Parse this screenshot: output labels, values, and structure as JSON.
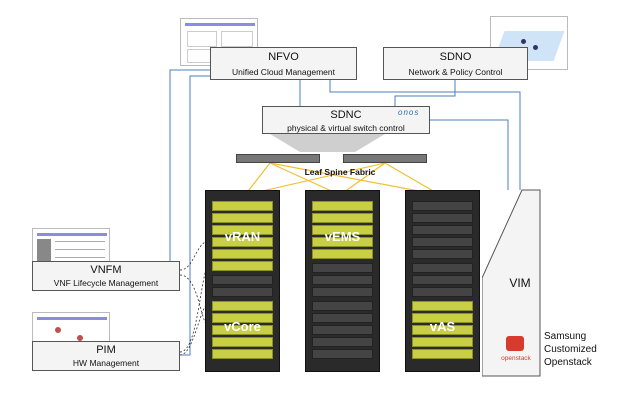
{
  "nfvo": {
    "title": "NFVO",
    "subtitle": "Unified Cloud Management"
  },
  "sdno": {
    "title": "SDNO",
    "subtitle": "Network & Policy Control"
  },
  "sdnc": {
    "title": "SDNC",
    "subtitle": "physical & virtual switch control",
    "logo": "onos"
  },
  "fabric": {
    "label": "Leaf Spine Fabric"
  },
  "vnfm": {
    "title": "VNFM",
    "subtitle": "VNF Lifecycle Management"
  },
  "pim": {
    "title": "PIM",
    "subtitle": "HW Management"
  },
  "vim": {
    "title": "VIM"
  },
  "racks": {
    "rack1": {
      "top": "vRAN",
      "bottom": "vCore"
    },
    "rack2": {
      "top": "vEMS"
    },
    "rack3": {
      "bottom": "vAS"
    }
  },
  "openstack": {
    "logo_text": "openstack",
    "label_line1": "Samsung",
    "label_line2": "Customized",
    "label_line3": "Openstack"
  },
  "colors": {
    "link_blue": "#4d7fb8",
    "fabric_yellow": "#f0c030",
    "rack_yellow": "#c9cf45"
  }
}
